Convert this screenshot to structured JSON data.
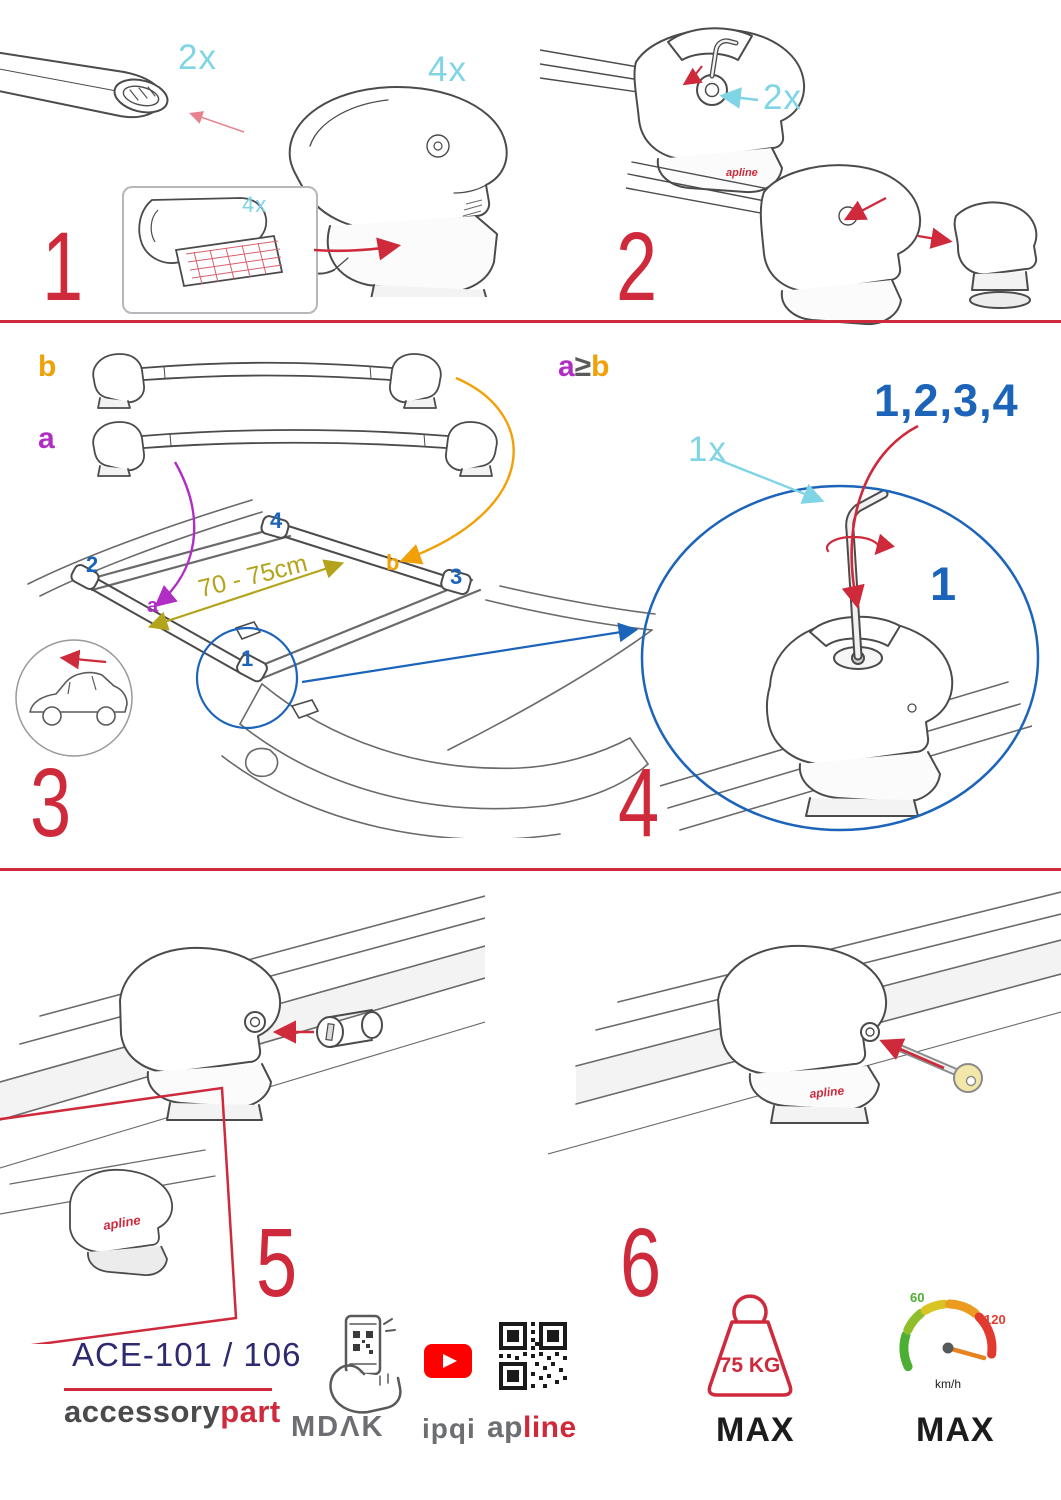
{
  "steps": {
    "one": {
      "number": "1",
      "bar_qty": "2x",
      "foot_qty": "4x",
      "pad_qty": "4x"
    },
    "two": {
      "number": "2",
      "key_qty": "2x",
      "foot_logo": "apline"
    },
    "three": {
      "number": "3",
      "list_b": "b",
      "list_a": "a",
      "rule_a": "a",
      "rule_op": "≥",
      "rule_b": "b",
      "distance": "70 - 75cm",
      "pos1": "1",
      "pos2": "2",
      "pos3": "3",
      "pos4": "4",
      "roof_a": "a",
      "roof_b": "b"
    },
    "four": {
      "number": "4",
      "tool_qty": "1x",
      "order": "1,2,3,4",
      "first": "1"
    },
    "five": {
      "number": "5",
      "foot_logo": "apline"
    },
    "six": {
      "number": "6",
      "foot_logo": "apline"
    }
  },
  "footer": {
    "model": "ACE-101 / 106",
    "brand_name": "accessory",
    "brand_suffix": "part",
    "partner1": "MDΛK",
    "partner2": "ipqi",
    "brand2_prefix": "ap",
    "brand2_suffix": "line",
    "max_weight": "75 KG",
    "max_weight_label": "MAX",
    "speed_low": "60",
    "speed_high": "120",
    "speed_unit": "km/h",
    "max_speed_label": "MAX"
  },
  "icons": {
    "mdak": "qr-scan-hand-icon",
    "video": "youtube-icon",
    "apline": "qr-code-icon",
    "weight": "weight-limit-icon",
    "speed": "speedometer-icon"
  },
  "colors": {
    "accent_red": "#cf2a3c",
    "cyan": "#7fd4e6",
    "blue": "#1b64ba",
    "purple": "#b02ec4",
    "orange": "#f2a007",
    "olive": "#b3a41c",
    "navy": "#2e2a70",
    "gray": "#6d6e71",
    "youtube_red": "#ff0000"
  }
}
